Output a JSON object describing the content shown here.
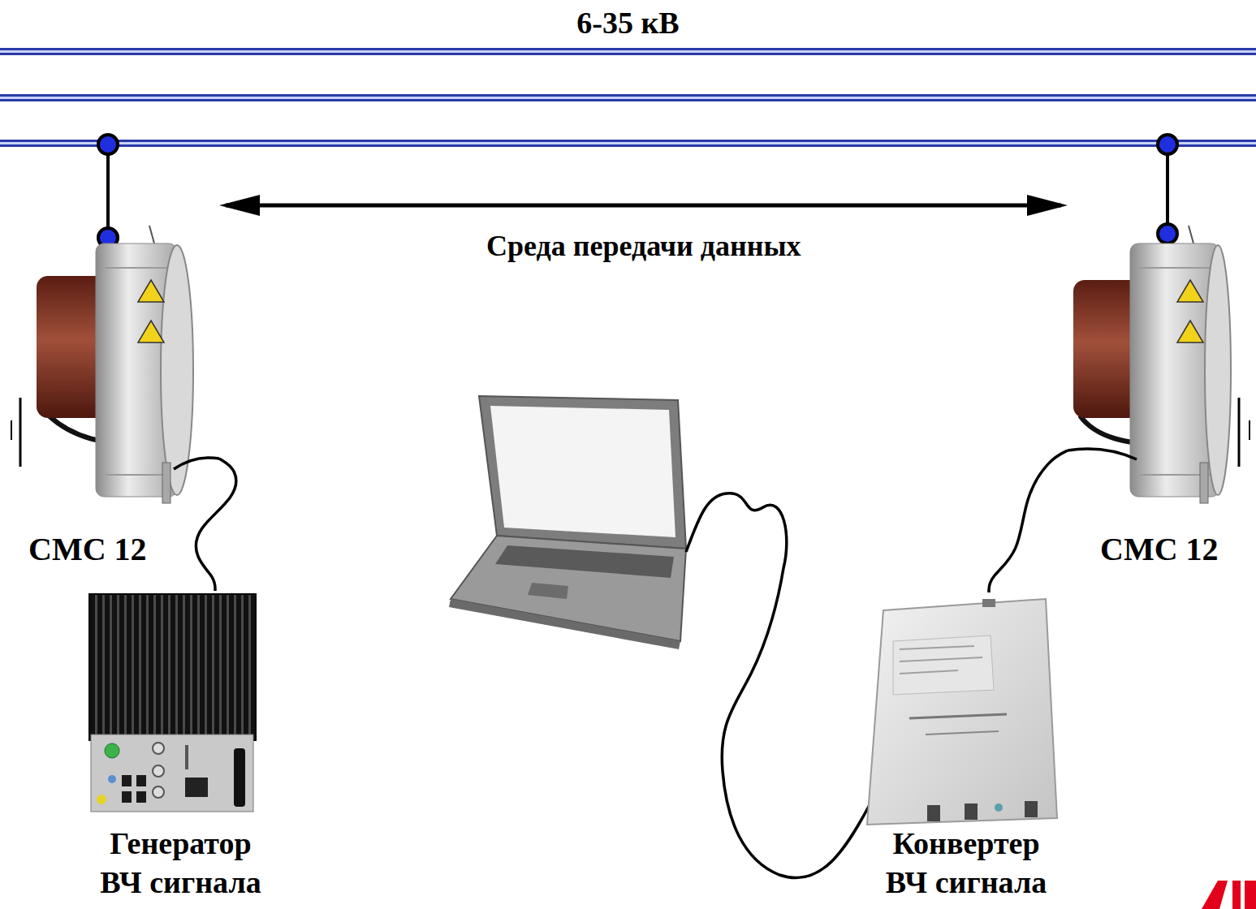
{
  "diagram": {
    "title": "6-35 кВ",
    "nodes": [
      {
        "text": [
          "СМС 12"
        ]
      },
      {
        "text": [
          "СМС 12"
        ]
      },
      {
        "text": [
          "Генератор ВЧ сигнала"
        ]
      },
      {
        "text": [
          "Конвертер ВЧ сигнала"
        ]
      }
    ],
    "edges": [
      {
        "from": 0,
        "to": 1,
        "arrow": "both",
        "label": "Среда передачи данных"
      },
      {
        "from": 2,
        "to": 0,
        "arrow": "none"
      },
      {
        "from": 3,
        "to": 1,
        "arrow": "none"
      }
    ]
  }
}
